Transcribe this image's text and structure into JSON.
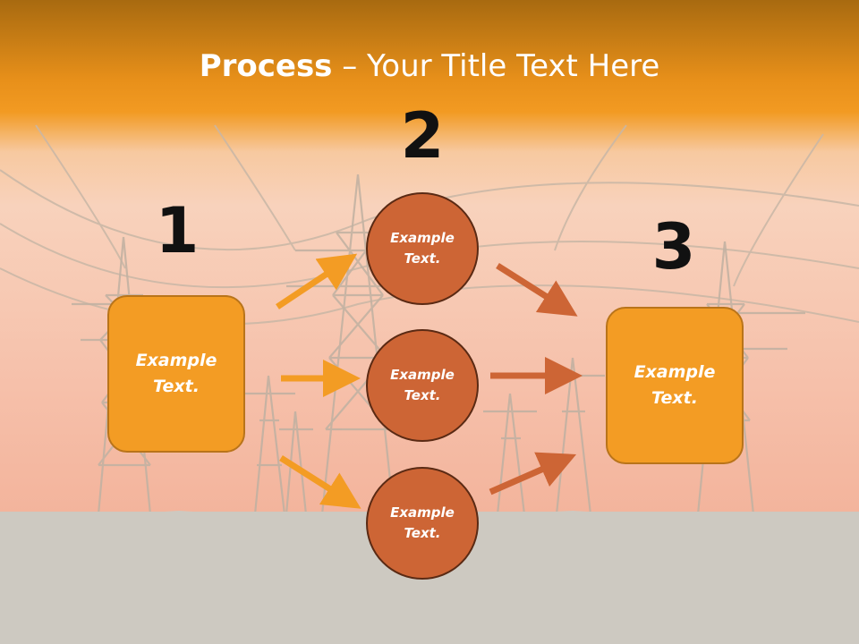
{
  "slide": {
    "title_bold": "Process",
    "title_rest": " – Your Title Text Here"
  },
  "steps": [
    {
      "number": "1",
      "text": "Example\nText."
    },
    {
      "number": "2",
      "text": "Example\nText."
    },
    {
      "number": "3",
      "text": "Example\nText."
    }
  ],
  "middle_circles": [
    {
      "text": "Example\nText."
    },
    {
      "text": "Example\nText."
    },
    {
      "text": "Example\nText."
    }
  ],
  "colors": {
    "header": "#e8901a",
    "box_fill": "#f39c24",
    "circle_fill": "#cd6535",
    "arrow_left": "#f39c24",
    "arrow_right": "#cd6535"
  }
}
